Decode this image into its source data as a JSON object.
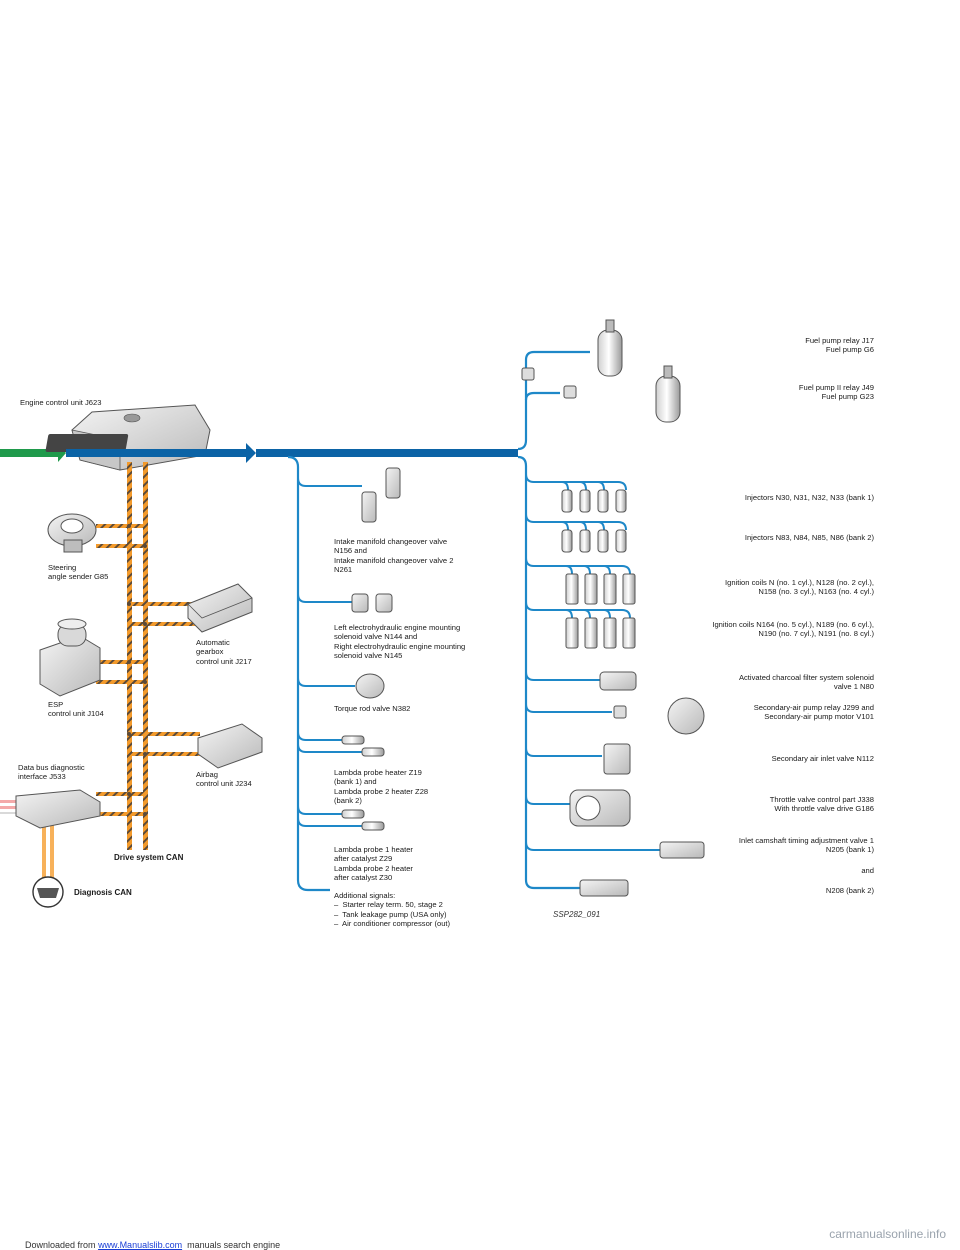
{
  "footer": {
    "prefix": "Downloaded from ",
    "link": "www.Manualslib.com",
    "suffix": "  manuals search engine",
    "watermark": "carmanualsonline.info"
  },
  "labels": {
    "ecu": "Engine control unit J623",
    "steering": "Steering\nangle sender G85",
    "gearbox": "Automatic\ngearbox\ncontrol unit J217",
    "esp": "ESP\ncontrol unit J104",
    "gateway": "Data bus diagnostic\ninterface J533",
    "airbag": "Airbag\ncontrol unit J234",
    "drive_can": "Drive system CAN",
    "diag_can": "Diagnosis CAN",
    "intake_valve": "Intake manifold changeover valve\nN156 and\nIntake manifold changeover valve 2\nN261",
    "mounting_valve": "Left electrohydraulic engine mounting\nsolenoid valve N144 and\nRight electrohydraulic engine mounting\nsolenoid valve N145",
    "torque_rod": "Torque rod valve N382",
    "lambda_heater": "Lambda probe heater Z19\n(bank 1) and\nLambda probe 2 heater Z28\n(bank 2)",
    "lambda_after": "Lambda probe 1 heater\nafter catalyst Z29\nLambda probe 2 heater\nafter catalyst Z30",
    "additional": "Additional signals:\n–  Starter relay term. 50, stage 2\n–  Tank leakage pump (USA only)\n–  Air conditioner compressor (out)",
    "fuel1": "Fuel pump relay J17\nFuel pump G6",
    "fuel2": "Fuel pump II relay J49\nFuel pump G23",
    "inj1": "Injectors N30, N31, N32, N33 (bank 1)",
    "inj2": "Injectors N83, N84, N85, N86 (bank 2)",
    "ign1": "Ignition coils N (no. 1 cyl.), N128 (no. 2 cyl.),\nN158 (no. 3 cyl.), N163 (no. 4 cyl.)",
    "ign2": "Ignition coils N164 (no. 5 cyl.), N189 (no. 6 cyl.),\nN190 (no. 7 cyl.), N191 (no. 8 cyl.)",
    "charcoal": "Activated charcoal filter system solenoid\nvalve 1 N80",
    "secair_pump": "Secondary-air pump relay J299 and\nSecondary-air pump motor V101",
    "secair_valve": "Secondary air inlet valve N112",
    "throttle": "Throttle valve control part J338\nWith throttle valve drive G186",
    "camshaft": "Inlet camshaft timing adjustment valve 1\nN205 (bank 1)",
    "and": "and",
    "n208": "N208 (bank 2)",
    "ssp": "SSP282_091"
  },
  "colors": {
    "bus_blue": "#0b63a6",
    "line_blue": "#1e88c8",
    "input_green": "#1f9a4b",
    "can_orange": "#f39a2b",
    "can_dark": "#5a4a3a"
  }
}
